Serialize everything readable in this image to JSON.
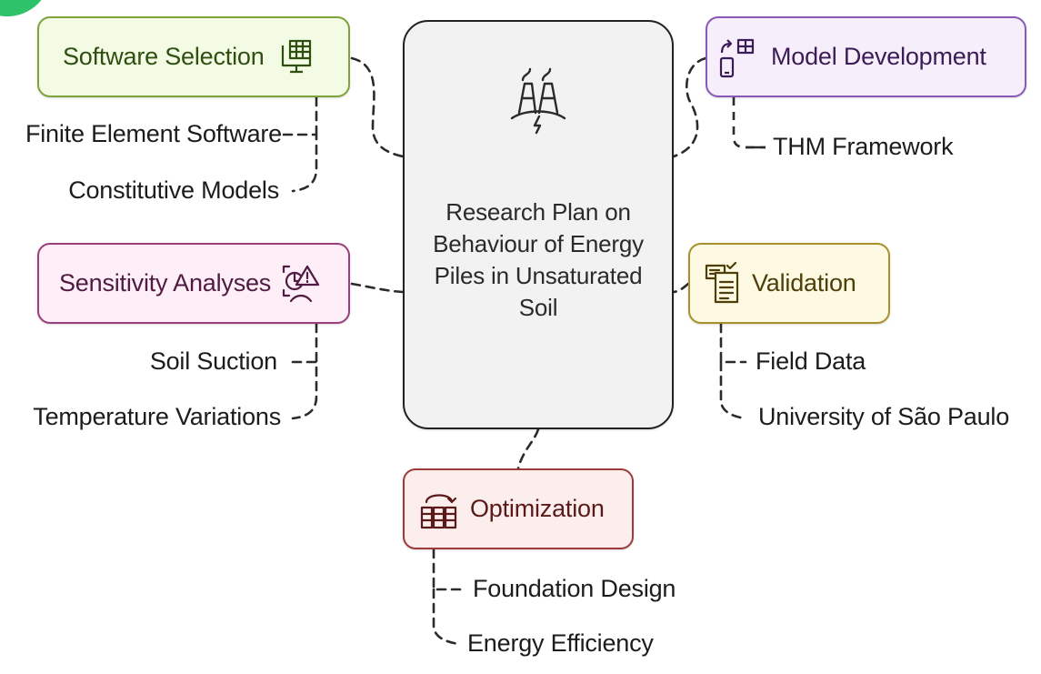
{
  "center": {
    "text": "Research Plan on Behaviour of Energy Piles in Unsaturated Soil",
    "icon": "power-plant-icon"
  },
  "nodes": {
    "software": {
      "label": "Software Selection",
      "icon": "computer-spreadsheet-icon",
      "color": "#7da33a",
      "children": [
        "Finite Element Software",
        "Constitutive Models"
      ]
    },
    "model": {
      "label": "Model Development",
      "icon": "device-grid-icon",
      "color": "#8c58b8",
      "children": [
        "THM Framework"
      ]
    },
    "sensitivity": {
      "label": "Sensitivity Analyses",
      "icon": "chart-warning-icon",
      "color": "#9b3f7c",
      "children": [
        "Soil Suction",
        "Temperature Variations"
      ]
    },
    "validation": {
      "label": "Validation",
      "icon": "checklist-icon",
      "color": "#a8902a",
      "children": [
        "Field Data",
        "University of São Paulo"
      ]
    },
    "optimization": {
      "label": "Optimization",
      "icon": "building-cycle-icon",
      "color": "#9e3a3a",
      "children": [
        "Foundation Design",
        "Energy Efficiency"
      ]
    }
  }
}
